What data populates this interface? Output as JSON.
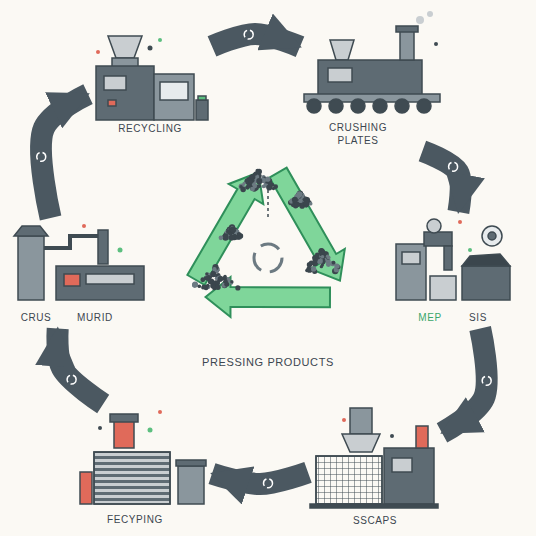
{
  "diagram": {
    "nodes": [
      {
        "text": [
          "RECYCLING"
        ]
      },
      {
        "text": [
          "CRUSHING PLATES"
        ]
      },
      {
        "text": [
          "MEP",
          "SIS"
        ]
      },
      {
        "text": [
          "SSCAPS"
        ]
      },
      {
        "text": [
          "FECYPING"
        ]
      },
      {
        "text": [
          "CRUS",
          "MURID"
        ]
      }
    ],
    "edges": [
      {
        "from": 0,
        "to": 1,
        "arrow": "to"
      },
      {
        "from": 1,
        "to": 2,
        "arrow": "to"
      },
      {
        "from": 2,
        "to": 3,
        "arrow": "to"
      },
      {
        "from": 3,
        "to": 4,
        "arrow": "to"
      },
      {
        "from": 4,
        "to": 5,
        "arrow": "to"
      },
      {
        "from": 5,
        "to": 0,
        "arrow": "to"
      }
    ],
    "labels": [
      "PRESSING PRODUCTS"
    ]
  }
}
